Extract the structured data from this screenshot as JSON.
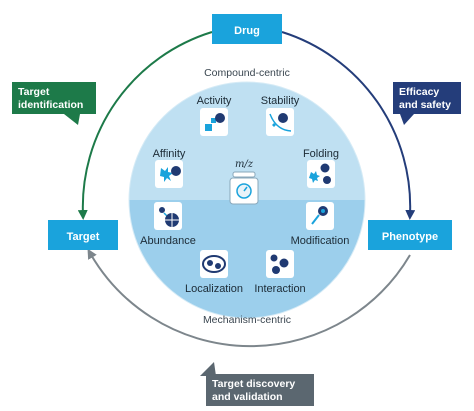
{
  "boxes": {
    "drug": "Drug",
    "target": "Target",
    "phenotype": "Phenotype"
  },
  "callouts": {
    "target_identification": [
      "Target",
      "identification"
    ],
    "efficacy_safety": [
      "Efficacy",
      "and safety"
    ],
    "target_discovery": [
      "Target discovery",
      "and validation"
    ]
  },
  "arc_labels": {
    "top": "Compound-centric",
    "bottom": "Mechanism-centric"
  },
  "center_label": "m/z",
  "properties": [
    {
      "label": "Activity",
      "icon": "activity-icon"
    },
    {
      "label": "Stability",
      "icon": "stability-icon"
    },
    {
      "label": "Affinity",
      "icon": "affinity-icon"
    },
    {
      "label": "Folding",
      "icon": "folding-icon"
    },
    {
      "label": "Abundance",
      "icon": "abundance-icon"
    },
    {
      "label": "Modification",
      "icon": "modification-icon"
    },
    {
      "label": "Localization",
      "icon": "localization-icon"
    },
    {
      "label": "Interaction",
      "icon": "interaction-icon"
    }
  ],
  "colors": {
    "box_blue": "#1aa3dc",
    "callout_green": "#1d7a49",
    "callout_navy": "#243d7a",
    "callout_gray": "#5b6770",
    "disc_top": "#bfe0f2",
    "disc_bottom": "#9ccfec",
    "arc_green": "#1d7a49",
    "arc_navy": "#243d7a",
    "arc_gray": "#7d868c",
    "icon_navy": "#203a72",
    "icon_cyan": "#1aa3dc"
  }
}
